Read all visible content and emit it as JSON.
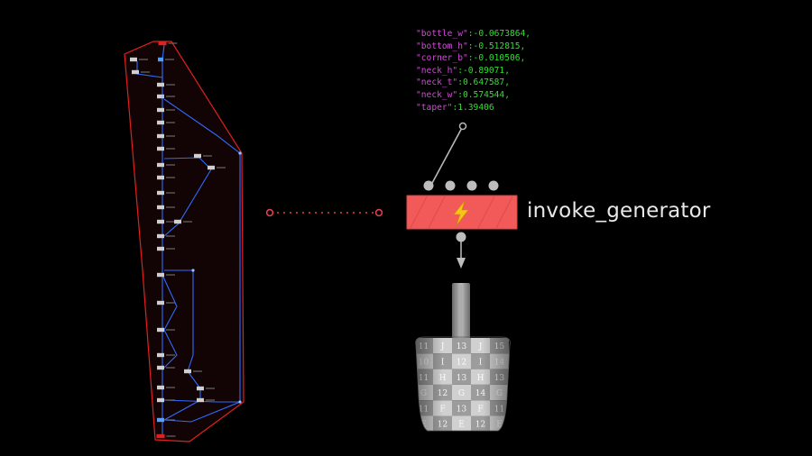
{
  "generator": {
    "label": "invoke_generator",
    "icon": "lightning-icon",
    "color": "#f25a5a",
    "accent": "#f5c518"
  },
  "params": [
    {
      "key": "\"bottle_w\"",
      "value": ":-0.0673864,"
    },
    {
      "key": "\"bottom_h\"",
      "value": ":-0.512815,"
    },
    {
      "key": "\"corner_b\"",
      "value": ":-0.010506,"
    },
    {
      "key": "\"neck_h\"",
      "value": ":-0.89071,"
    },
    {
      "key": "\"neck_t\"",
      "value": ":0.647587,"
    },
    {
      "key": "\"neck_w\"",
      "value": ":0.574544,"
    },
    {
      "key": "\"taper\"",
      "value": ":1.39406"
    }
  ],
  "colors": {
    "key": "#d24bd6",
    "value": "#2fe02f",
    "graph_outline": "#e02020",
    "graph_edge": "#2f6bff",
    "dotted_link": "#e0404a"
  },
  "bottle_labels": [
    [
      "11",
      "J",
      "13",
      "J",
      "15"
    ],
    [
      "10",
      "I",
      "12",
      "I",
      "14"
    ],
    [
      "11",
      "H",
      "13",
      "H",
      "13"
    ],
    [
      "G",
      "12",
      "G",
      "14",
      "G"
    ],
    [
      "11",
      "F",
      "13",
      "F",
      "11"
    ],
    [
      "E",
      "12",
      "E",
      "12",
      "E"
    ]
  ]
}
